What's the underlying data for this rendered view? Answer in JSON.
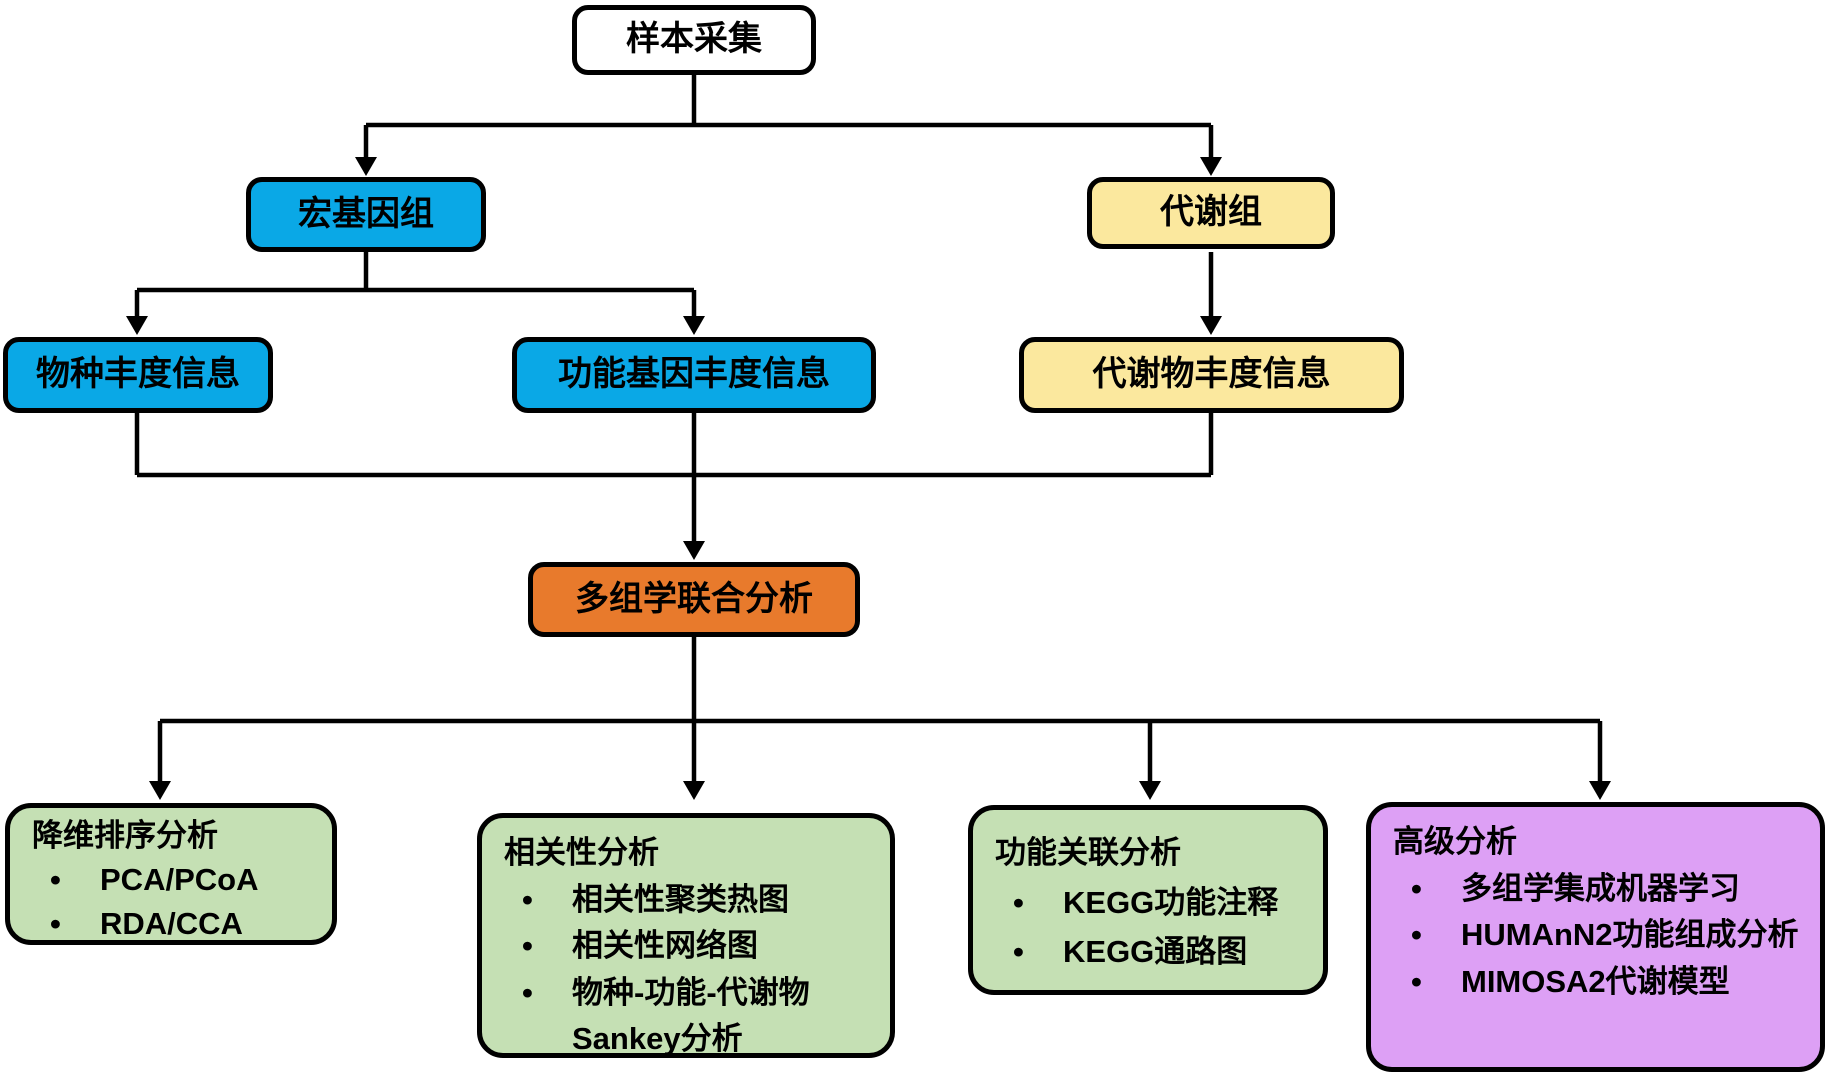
{
  "nodes": {
    "sample_collection": {
      "label": "样本采集"
    },
    "metagenome": {
      "label": "宏基因组"
    },
    "metabolome": {
      "label": "代谢组"
    },
    "species_abundance": {
      "label": "物种丰度信息"
    },
    "functional_gene_abundance": {
      "label": "功能基因丰度信息"
    },
    "metabolite_abundance": {
      "label": "代谢物丰度信息"
    },
    "multi_omics_analysis": {
      "label": "多组学联合分析"
    },
    "dimension_reduction": {
      "title": "降维排序分析",
      "bullets": [
        "PCA/PCoA",
        "RDA/CCA"
      ]
    },
    "correlation_analysis": {
      "title": "相关性分析",
      "bullets": [
        "相关性聚类热图",
        "相关性网络图",
        "物种-功能-代谢物Sankey分析"
      ]
    },
    "functional_association": {
      "title": "功能关联分析",
      "bullets": [
        "KEGG功能注释",
        "KEGG通路图"
      ]
    },
    "advanced_analysis": {
      "title": "高级分析",
      "bullets": [
        "多组学集成机器学习",
        "HUMAnN2功能组成分析",
        "MIMOSA2代谢模型"
      ]
    }
  },
  "colors": {
    "background": "#FFFFFF",
    "outline": "#000000",
    "blue": "#0AA8E6",
    "yellow": "#FBE89E",
    "orange": "#E87A2C",
    "green": "#C5E0B4",
    "purple": "#DDA0F5"
  }
}
